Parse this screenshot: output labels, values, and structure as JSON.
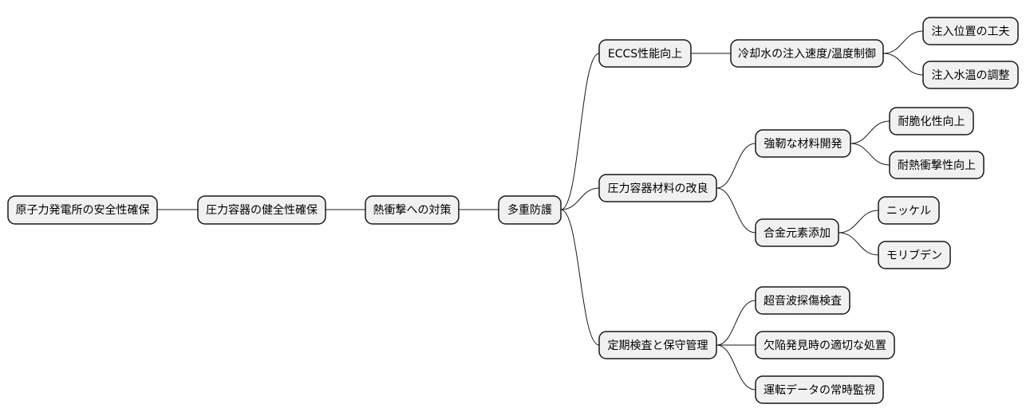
{
  "mindmap": {
    "root": "原子力発電所の安全性確保",
    "level1": "圧力容器の健全性確保",
    "level2": "熱衝撃への対策",
    "level3": "多重防護",
    "branches": [
      {
        "label": "ECCS性能向上",
        "children": [
          {
            "label": "冷却水の注入速度/温度制御",
            "children": [
              "注入位置の工夫",
              "注入水温の調整"
            ]
          }
        ]
      },
      {
        "label": "圧力容器材料の改良",
        "children": [
          {
            "label": "強靭な材料開発",
            "children": [
              "耐脆化性向上",
              "耐熱衝撃性向上"
            ]
          },
          {
            "label": "合金元素添加",
            "children": [
              "ニッケル",
              "モリブデン"
            ]
          }
        ]
      },
      {
        "label": "定期検査と保守管理",
        "children": [
          {
            "label": "超音波探傷検査",
            "children": []
          },
          {
            "label": "欠陥発見時の適切な処置",
            "children": []
          },
          {
            "label": "運転データの常時監視",
            "children": []
          }
        ]
      }
    ]
  },
  "colors": {
    "node_fill": "#f1f1f1",
    "node_stroke": "#181818",
    "line": "#181818",
    "text": "#000000"
  }
}
